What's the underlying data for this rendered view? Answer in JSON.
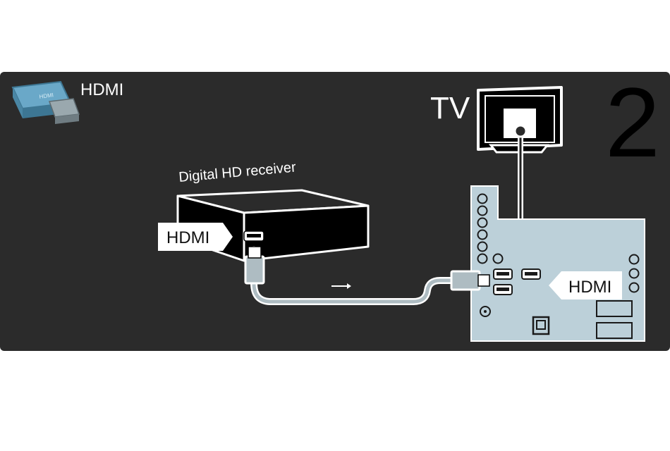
{
  "legend": {
    "label": "HDMI",
    "icon": "hdmi-plug-icon"
  },
  "step_number": "2",
  "receiver": {
    "title": "Digital HD receiver",
    "port_label": "HDMI"
  },
  "tv": {
    "title": "TV",
    "port_label": "HDMI"
  },
  "colors": {
    "panel": "#2b2b2b",
    "tv_panel": "#bcd0d9",
    "cable": "#cfd9dd",
    "label_bg": "#ffffff",
    "text_light": "#ffffff",
    "text_dark": "#111111"
  }
}
